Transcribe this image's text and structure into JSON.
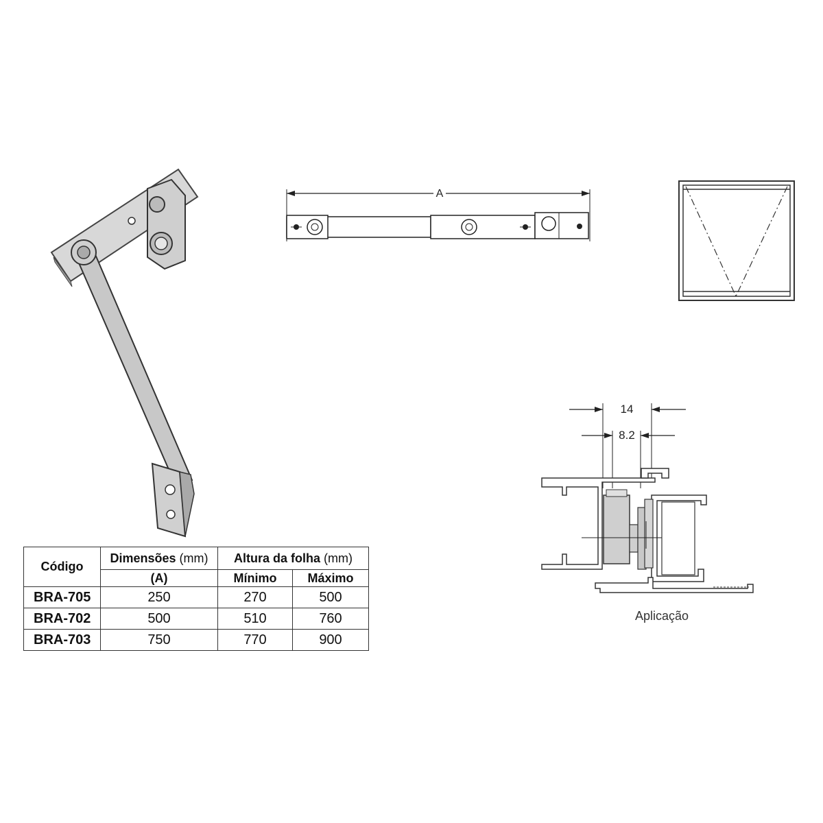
{
  "dimension_top": "A",
  "dim_14": "14",
  "dim_8_2": "8.2",
  "caption": "Aplicação",
  "table": {
    "col_code": "Código",
    "col_dim": "Dimensões",
    "col_dim_unit": "(mm)",
    "col_dim_sub": "(A)",
    "col_height": "Altura da folha",
    "col_height_unit": "(mm)",
    "col_min": "Mínimo",
    "col_max": "Máximo",
    "rows": [
      {
        "code": "BRA-705",
        "dim": "250",
        "min": "270",
        "max": "500"
      },
      {
        "code": "BRA-702",
        "dim": "500",
        "min": "510",
        "max": "760"
      },
      {
        "code": "BRA-703",
        "dim": "750",
        "min": "770",
        "max": "900"
      }
    ]
  }
}
